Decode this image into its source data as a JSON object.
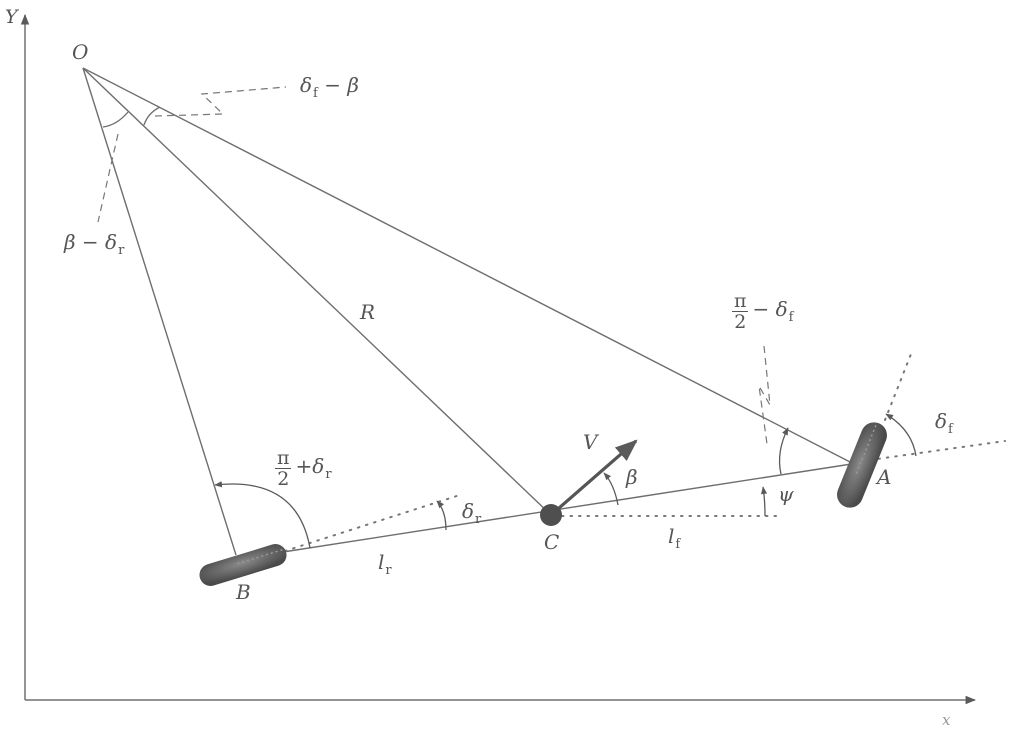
{
  "diagram": {
    "title": "",
    "colors": {
      "line": "#6e6e6e",
      "text": "#555555",
      "wheel": "#5a5a5a",
      "background": "#ffffff"
    },
    "axes": {
      "y_label": "Y",
      "x_label": "x"
    },
    "points": {
      "O": "O",
      "A": "A",
      "B": "B",
      "C": "C"
    },
    "segments": {
      "R": "R",
      "l_r": {
        "base": "l",
        "sub": "r"
      },
      "l_f": {
        "base": "l",
        "sub": "f"
      }
    },
    "vectors": {
      "V": "V"
    },
    "angles": {
      "beta": "β",
      "psi": "ψ",
      "delta_f": {
        "base": "δ",
        "sub": "f"
      },
      "delta_r": {
        "base": "δ",
        "sub": "r"
      },
      "delta_f_minus_beta": {
        "base": "δ",
        "sub": "f",
        "rest": " − β"
      },
      "beta_minus_delta_r": {
        "pre": "β − ",
        "base": "δ",
        "sub": "r"
      },
      "pi_half_minus_delta_f": {
        "num": "π",
        "den": "2",
        "op": "−",
        "base": "δ",
        "sub": "f"
      },
      "pi_half_plus_delta_r": {
        "num": "π",
        "den": "2",
        "op": "+",
        "base": "δ",
        "sub": "r"
      }
    }
  }
}
